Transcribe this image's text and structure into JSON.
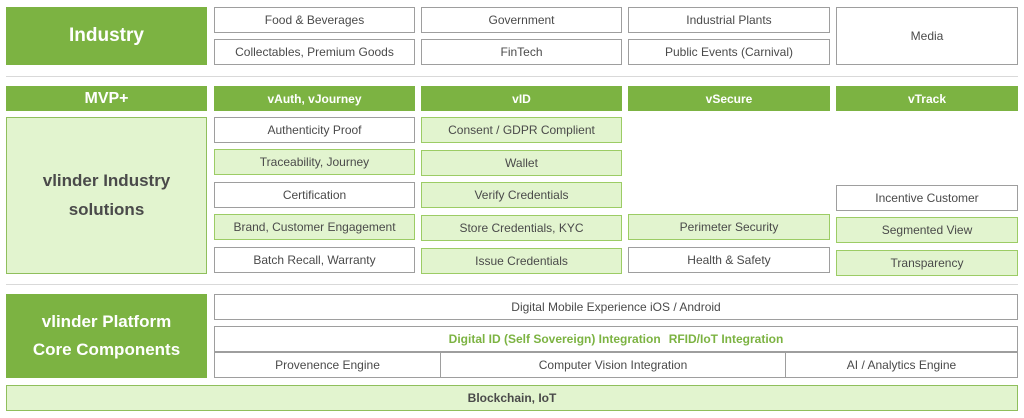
{
  "industry": {
    "label": "Industry",
    "items": {
      "food": "Food & Beverages",
      "collectables": "Collectables, Premium Goods",
      "government": "Government",
      "fintech": "FinTech",
      "industrial": "Industrial Plants",
      "events": "Public Events (Carnival)",
      "media": "Media"
    }
  },
  "mvp": {
    "label": "MVP+",
    "columns": {
      "vauth": "vAuth, vJourney",
      "vid": "vID",
      "vsecure": "vSecure",
      "vtrack": "vTrack"
    }
  },
  "solutions": {
    "line1": "vlinder Industry",
    "line2": "solutions",
    "vauth": [
      "Authenticity Proof",
      "Traceability, Journey",
      "Certification",
      "Brand, Customer Engagement",
      "Batch Recall, Warranty"
    ],
    "vid": [
      "Consent / GDPR Complient",
      "Wallet",
      "Verify Credentials",
      "Store Credentials, KYC",
      "Issue Credentials"
    ],
    "vsecure": [
      "Perimeter Security",
      "Health & Safety"
    ],
    "vtrack": [
      "Incentive Customer",
      "Segmented View",
      "Transparency"
    ]
  },
  "platform": {
    "line1": "vlinder Platform",
    "line2": "Core Components",
    "mobile": "Digital Mobile Experience iOS / Android",
    "integration_id": "Digital ID (Self Sovereign) Integration",
    "integration_rfid": "RFID/IoT Integration",
    "engines": [
      "Provenence Engine",
      "Computer Vision Integration",
      "AI / Analytics Engine"
    ]
  },
  "base": {
    "label": "Blockchain, IoT"
  },
  "colors": {
    "header_green": "#7cb342",
    "light_green": "#e2f4cf",
    "text_gray": "#4a4a4a"
  }
}
